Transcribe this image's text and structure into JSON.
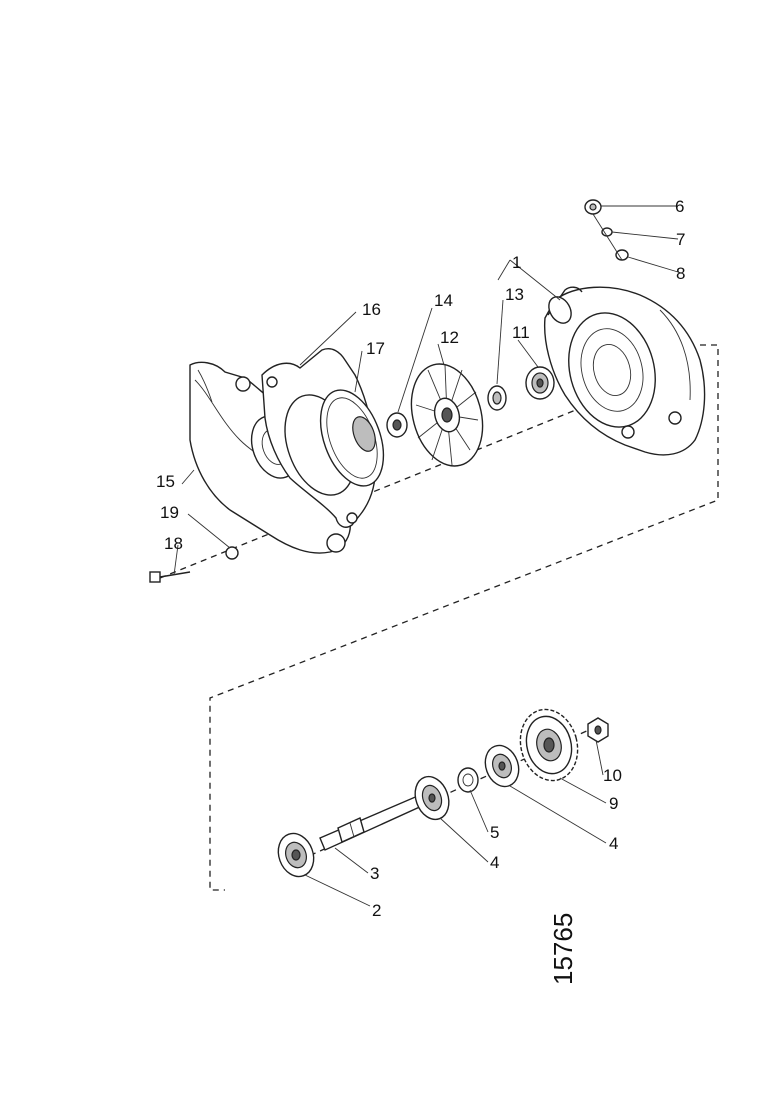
{
  "drawing_number": "15765",
  "callouts": {
    "c1": "1",
    "c2": "2",
    "c3": "3",
    "c4a": "4",
    "c4b": "4",
    "c5": "5",
    "c6": "6",
    "c7": "7",
    "c8": "8",
    "c9": "9",
    "c10": "10",
    "c11": "11",
    "c12": "12",
    "c13": "13",
    "c14": "14",
    "c15": "15",
    "c16": "16",
    "c17": "17",
    "c18": "18",
    "c19": "19"
  }
}
